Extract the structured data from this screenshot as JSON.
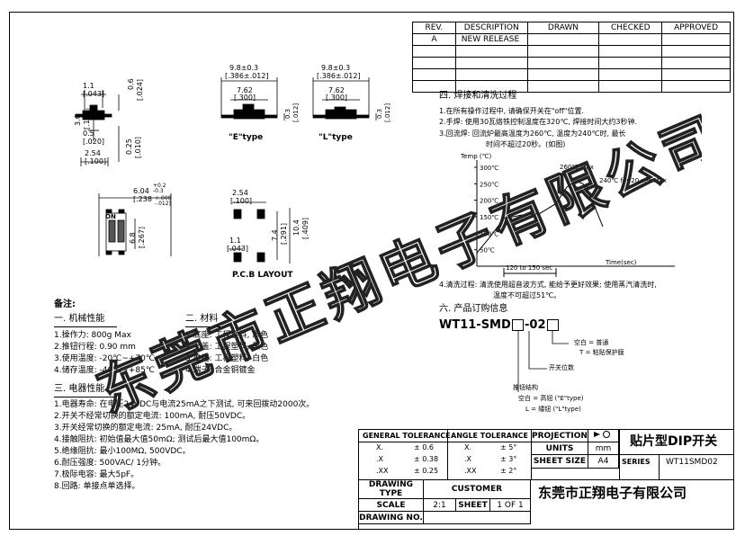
{
  "revision_table": {
    "headers": [
      "REV.",
      "DESCRIPTION",
      "DRAWN",
      "CHECKED",
      "APPROVED"
    ],
    "rows": [
      [
        "A",
        "NEW RELEASE",
        "",
        "",
        ""
      ]
    ]
  },
  "dims": {
    "top_w": "9.8±0.3",
    "top_w2": "[.386±.012]",
    "inner_w": "7.62",
    "inner_w2": "[.300]",
    "h03": "0.3",
    "h03b": "[.012]",
    "d11": "1.1",
    "d11b": "[.043]",
    "d36": "3.6",
    "d36b": "[.142]",
    "d06": "0.6",
    "d06b": "[.024]",
    "d05": "0.5",
    "d05b": "[.020]",
    "d025": "0.25",
    "d025b": "[.010]",
    "d254": "2.54",
    "d254b": "[.100]",
    "d604": "6.04",
    "d604tol": "+0.2\n-0.3",
    "d604b": "[.238",
    "d604btol": "+.008\n-.012]",
    "d68": "6.8",
    "d68b": "[.267]",
    "pcb254": "2.54",
    "pcb254b": "[.100]",
    "pcb74": "7.4",
    "pcb74b": "[.291]",
    "pcb104": "10.4",
    "pcb104b": "[.409]",
    "pcb11": "1.1",
    "pcb11b": "[.043]"
  },
  "labels": {
    "e_type": "\"E\"type",
    "l_type": "\"L\"type",
    "on_label": "ON",
    "pcb_layout": "P.C.B LAYOUT"
  },
  "notes": {
    "title": "备注:",
    "mech_title": "一. 机械性能",
    "mech_items": [
      "1.操作力: 800g Max",
      "2.推钮行程: 0.90 mm",
      "3.使用温度: -20℃~+70℃",
      "4.储存温度: -40℃~+85℃"
    ],
    "mat_title": "二. 材料",
    "mat_items": [
      "1.底座: 工程塑料, 黑色",
      "2.上盖: 工程塑料, 黑色",
      "3.推钮: 工程塑料, 白色",
      "4.端子: 合金铜镀金"
    ],
    "elec_title": "三. 电器性能",
    "elec_items": [
      "1.电器寿命: 在电压24VDC与电流25mA之下测试, 可来回拨动2000次。",
      "2.开关不经常切换的额定电流: 100mA, 耐压50VDC。",
      "3.开关经常切换的额定电流: 25mA, 耐压24VDC。",
      "4.接触阻抗: 初始值最大值50mΩ; 测试后最大值100mΩ。",
      "5.绝缘阻抗: 最小100MΩ, 500VDC。",
      "6.耐压强度: 500VAC/ 1分钟。",
      "7.极际电容: 最大5pF。",
      "8.回路: 单接点单选择。"
    ]
  },
  "soldering": {
    "title": "四. 焊接和清洗过程",
    "items": [
      "1.在所有操作过程中, 请确保开关在\"off\"位置.",
      "2.手焊: 使用30瓦烙铁控制温度在320℃, 焊接时间大约3秒钟.",
      "3.回流焊: 回流炉最高温度为260℃, 温度为240℃时, 最长",
      "时间不超过20秒。(如图)"
    ],
    "clean": "4.清洗过程: 清洗使用超音波方式, 能给予更好效果; 使用蒸汽清洗时,",
    "clean2": "温度不可超过51℃。"
  },
  "chart_data": {
    "type": "line",
    "title": "",
    "ylabel": "Temp (℃)",
    "xlabel": "Time(sec)",
    "y_ticks": [
      "300℃",
      "250℃",
      "200℃",
      "150℃",
      "100℃",
      "50℃"
    ],
    "annotations": [
      "260℃ Max",
      "240℃ for 20 sec.Max",
      "120 to 150 sec"
    ],
    "ylim": [
      0,
      300
    ],
    "grid": false
  },
  "ordering": {
    "title": "六. 产品订购信息",
    "code": "WT11-SMD",
    "code_mid": "-02",
    "packaging_1": "空白 = 普通",
    "packaging_2": "T = 粘贴保护膜",
    "positions": "开关位数",
    "actuator": "推钮结构",
    "actuator_1": "空白 = 高钮 (\"E\"type)",
    "actuator_2": "L = 矮钮 (\"L\"type)"
  },
  "title_block": {
    "gen_tol": "GENERAL TOLERANCE",
    "ang_tol": "ANGLE TOLERANCE",
    "gen_rows": [
      [
        "X.",
        "± 0.6"
      ],
      [
        ".X",
        "± 0.38"
      ],
      [
        ".XX",
        "± 0.25"
      ]
    ],
    "ang_rows": [
      [
        "X.",
        "± 5°"
      ],
      [
        ".X",
        "± 3°"
      ],
      [
        ".XX",
        "± 2°"
      ]
    ],
    "projection": "PROJECTION",
    "units": "UNITS",
    "units_val": "mm",
    "sheet_size": "SHEET SIZE",
    "sheet_size_val": "A4",
    "series": "SERIES",
    "series_val": "WT11SMD02",
    "product_title": "贴片型DIP开关",
    "drawing_type": "DRAWING TYPE",
    "customer": "CUSTOMER",
    "scale": "SCALE",
    "scale_val": "2:1",
    "sheet": "SHEET",
    "sheet_val": "1 OF 1",
    "drawing_no": "DRAWING NO.",
    "company": "东莞市正翔电子有限公司"
  },
  "watermark": {
    "text": "东莞市正翔电子有限公司"
  }
}
